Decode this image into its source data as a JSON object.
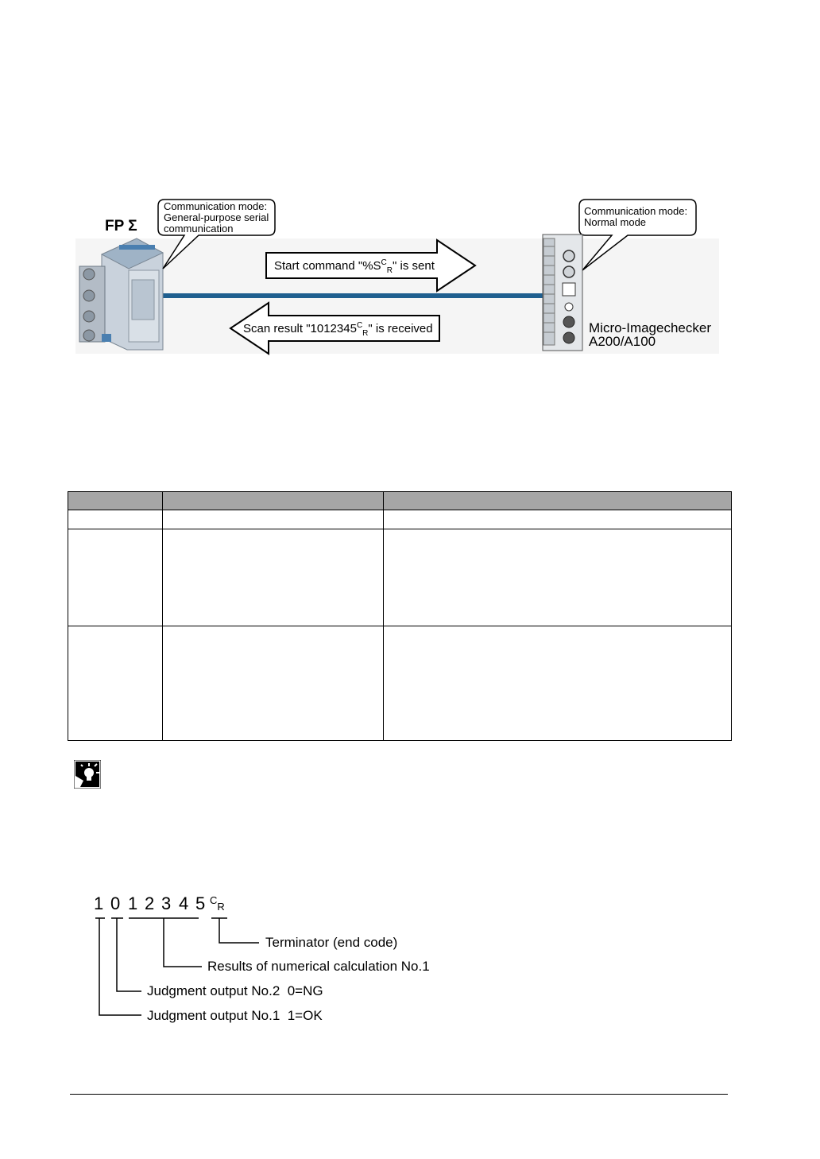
{
  "diagram": {
    "plc_label": "FP Σ",
    "plc_callout": [
      "Communication mode:",
      "General-purpose serial",
      "communication"
    ],
    "device_callout": [
      "Communication mode:",
      "Normal mode"
    ],
    "send_arrow": {
      "prefix": "Start command \"%S",
      "sup": "C",
      "sub": "R",
      "suffix": "\" is sent"
    },
    "recv_arrow": {
      "prefix": "Scan result \"1012345",
      "sup": "C",
      "sub": "R",
      "suffix": "\" is received"
    },
    "device_name": [
      "Micro-Imagechecker",
      "A200/A100"
    ]
  },
  "table": {
    "headers": [
      "",
      "",
      ""
    ],
    "rows": [
      [
        "",
        "",
        ""
      ],
      [
        "",
        "",
        ""
      ],
      [
        "",
        "",
        ""
      ]
    ]
  },
  "result_diagram": {
    "digits": [
      "1",
      "0",
      "1",
      "2",
      "3",
      "4",
      "5"
    ],
    "terminator_sup": "C",
    "terminator_sub": "R",
    "labels": [
      "Terminator (end code)",
      "Results of numerical calculation No.1",
      "Judgment output No.2  0=NG",
      "Judgment output No.1  1=OK"
    ]
  }
}
